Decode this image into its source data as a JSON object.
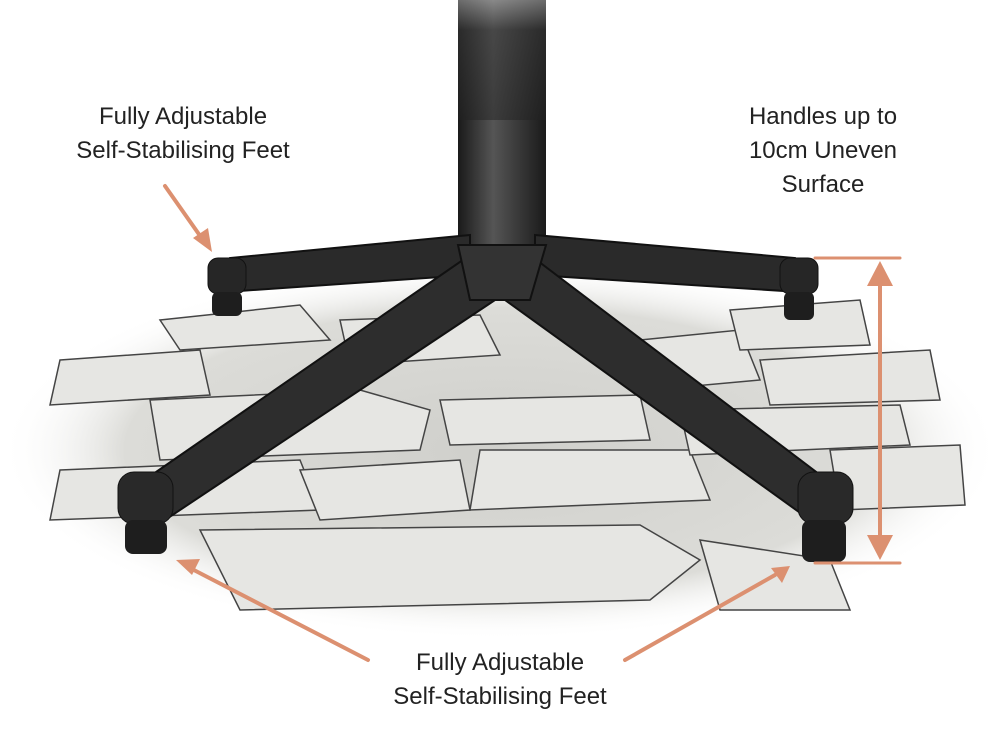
{
  "labels": {
    "top_left": [
      "Fully Adjustable",
      "Self-Stabilising Feet"
    ],
    "top_right": [
      "Handles up to",
      "10cm Uneven",
      "Surface"
    ],
    "bottom": [
      "Fully Adjustable",
      "Self-Stabilising Feet"
    ]
  },
  "colors": {
    "accent": "#dc9070",
    "metal": "#2b2b2b",
    "stone": "#d9d9d6"
  }
}
